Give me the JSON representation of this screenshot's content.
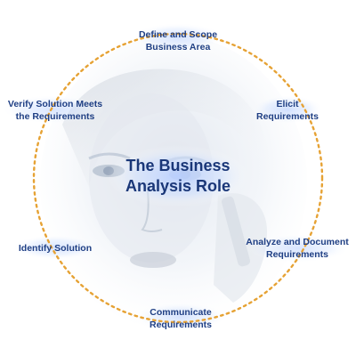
{
  "diagram": {
    "center_title": [
      "The Business",
      "Analysis Role"
    ],
    "nodes": [
      {
        "id": "define",
        "lines": [
          "Define and Scope",
          "Business Area"
        ]
      },
      {
        "id": "elicit",
        "lines": [
          "Elicit",
          "Requirements"
        ]
      },
      {
        "id": "analyze",
        "lines": [
          "Analyze and Document",
          "Requirements"
        ]
      },
      {
        "id": "communicate",
        "lines": [
          "Communicate",
          "Requirements"
        ]
      },
      {
        "id": "identify",
        "lines": [
          "Identify Solution"
        ]
      },
      {
        "id": "verify",
        "lines": [
          "Verify Solution Meets",
          "the Requirements"
        ]
      }
    ]
  },
  "colors": {
    "text": "#1f3f84",
    "circle": "#e6a234",
    "glow": "#bcd2ff",
    "photo_tint": "#eef2f8"
  }
}
